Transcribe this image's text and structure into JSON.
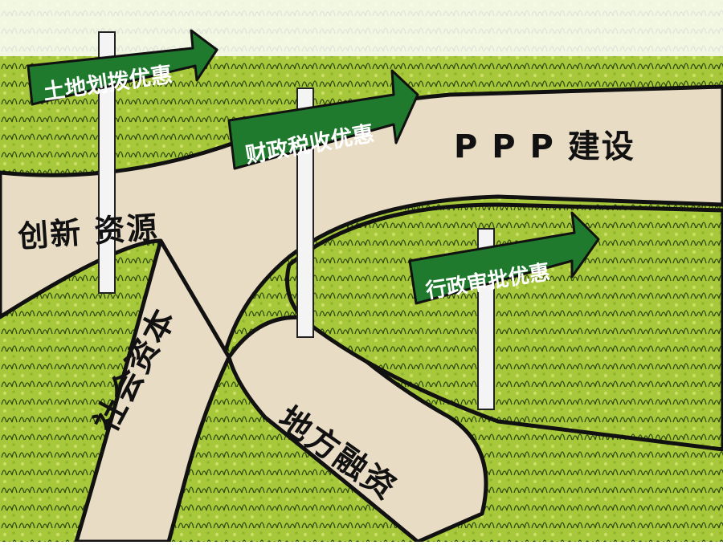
{
  "signs": {
    "land": "土地划拨优惠",
    "tax": "财政税收优惠",
    "admin": "行政审批优惠"
  },
  "roads": {
    "ppp": "P P P 建设",
    "innovation": "创新 资源",
    "social": "社会资本",
    "local": "地方融资"
  },
  "colors": {
    "sign_green": "#1f7a2e",
    "grass": "#a6c83a",
    "road": "#e9dcc4",
    "outline": "#111111"
  }
}
